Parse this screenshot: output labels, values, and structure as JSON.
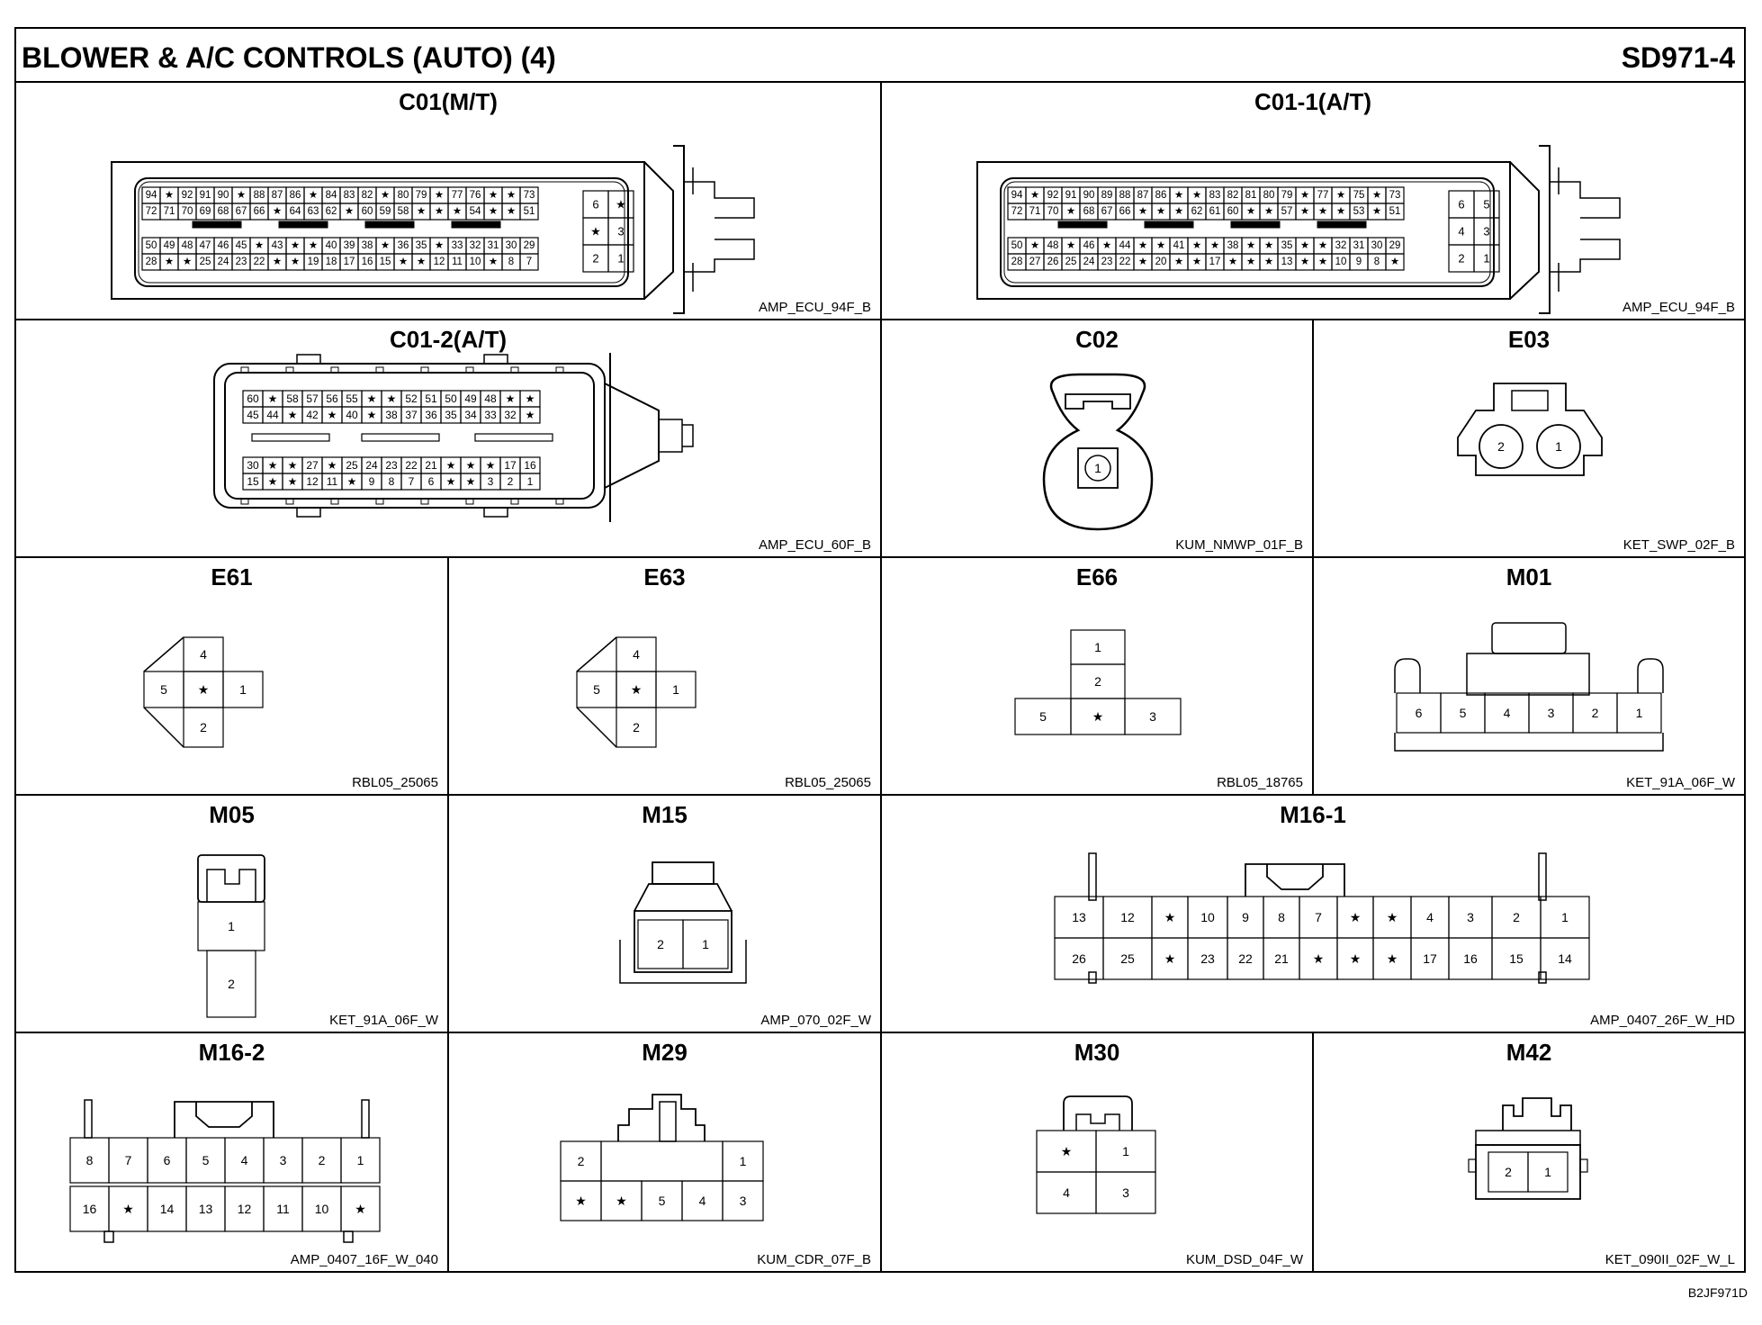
{
  "page": {
    "title": "BLOWER & A/C CONTROLS (AUTO) (4)",
    "code": "SD971-4",
    "drawing_id": "B2JF971D"
  },
  "connectors": [
    {
      "id": "C01",
      "title": "C01(M/T)",
      "code": "AMP_ECU_94F_B",
      "rows": [
        [
          "94",
          "★",
          "92",
          "91",
          "90",
          "★",
          "88",
          "87",
          "86",
          "★",
          "84",
          "83",
          "82",
          "★",
          "80",
          "79",
          "★",
          "77",
          "76",
          "★",
          "★",
          "73"
        ],
        [
          "72",
          "71",
          "70",
          "69",
          "68",
          "67",
          "66",
          "★",
          "64",
          "63",
          "62",
          "★",
          "60",
          "59",
          "58",
          "★",
          "★",
          "★",
          "54",
          "★",
          "★",
          "51"
        ],
        [
          "50",
          "49",
          "48",
          "47",
          "46",
          "45",
          "★",
          "43",
          "★",
          "★",
          "40",
          "39",
          "38",
          "★",
          "36",
          "35",
          "★",
          "33",
          "32",
          "31",
          "30",
          "29"
        ],
        [
          "28",
          "★",
          "★",
          "25",
          "24",
          "23",
          "22",
          "★",
          "★",
          "19",
          "18",
          "17",
          "16",
          "15",
          "★",
          "★",
          "12",
          "11",
          "10",
          "★",
          "8",
          "7"
        ]
      ],
      "side": [
        [
          "6",
          "★"
        ],
        [
          "★",
          "3"
        ],
        [
          "2",
          "1"
        ]
      ]
    },
    {
      "id": "C01-1",
      "title": "C01-1(A/T)",
      "code": "AMP_ECU_94F_B",
      "rows": [
        [
          "94",
          "★",
          "92",
          "91",
          "90",
          "89",
          "88",
          "87",
          "86",
          "★",
          "★",
          "83",
          "82",
          "81",
          "80",
          "79",
          "★",
          "77",
          "★",
          "75",
          "★",
          "73"
        ],
        [
          "72",
          "71",
          "70",
          "★",
          "68",
          "67",
          "66",
          "★",
          "★",
          "★",
          "62",
          "61",
          "60",
          "★",
          "★",
          "57",
          "★",
          "★",
          "★",
          "53",
          "★",
          "51"
        ],
        [
          "50",
          "★",
          "48",
          "★",
          "46",
          "★",
          "44",
          "★",
          "★",
          "41",
          "★",
          "★",
          "38",
          "★",
          "★",
          "35",
          "★",
          "★",
          "32",
          "31",
          "30",
          "29"
        ],
        [
          "28",
          "27",
          "26",
          "25",
          "24",
          "23",
          "22",
          "★",
          "20",
          "★",
          "★",
          "17",
          "★",
          "★",
          "★",
          "13",
          "★",
          "★",
          "10",
          "9",
          "8",
          "★"
        ]
      ],
      "side": [
        [
          "6",
          "5"
        ],
        [
          "4",
          "3"
        ],
        [
          "2",
          "1"
        ]
      ]
    },
    {
      "id": "C01-2",
      "title": "C01-2(A/T)",
      "code": "AMP_ECU_60F_B",
      "rows": [
        [
          "60",
          "★",
          "58",
          "57",
          "56",
          "55",
          "★",
          "★",
          "52",
          "51",
          "50",
          "49",
          "48",
          "★",
          "★"
        ],
        [
          "45",
          "44",
          "★",
          "42",
          "★",
          "40",
          "★",
          "38",
          "37",
          "36",
          "35",
          "34",
          "33",
          "32",
          "★"
        ],
        [
          "30",
          "★",
          "★",
          "27",
          "★",
          "25",
          "24",
          "23",
          "22",
          "21",
          "★",
          "★",
          "★",
          "17",
          "16"
        ],
        [
          "15",
          "★",
          "★",
          "12",
          "11",
          "★",
          "9",
          "8",
          "7",
          "6",
          "★",
          "★",
          "3",
          "2",
          "1"
        ]
      ]
    },
    {
      "id": "C02",
      "title": "C02",
      "code": "KUM_NMWP_01F_B",
      "pins": [
        "1"
      ]
    },
    {
      "id": "E03",
      "title": "E03",
      "code": "KET_SWP_02F_B",
      "pins": [
        "2",
        "1"
      ]
    },
    {
      "id": "E61",
      "title": "E61",
      "code": "RBL05_25065",
      "pins": [
        "4",
        "5",
        "★",
        "1",
        "2"
      ]
    },
    {
      "id": "E63",
      "title": "E63",
      "code": "RBL05_25065",
      "pins": [
        "4",
        "5",
        "★",
        "1",
        "2"
      ]
    },
    {
      "id": "E66",
      "title": "E66",
      "code": "RBL05_18765",
      "pins": [
        "1",
        "2",
        "5",
        "★",
        "3"
      ]
    },
    {
      "id": "M01",
      "title": "M01",
      "code": "KET_91A_06F_W",
      "pins": [
        "6",
        "5",
        "4",
        "3",
        "2",
        "1"
      ]
    },
    {
      "id": "M05",
      "title": "M05",
      "code": "KET_91A_06F_W",
      "pins": [
        "1",
        "2"
      ]
    },
    {
      "id": "M15",
      "title": "M15",
      "code": "AMP_070_02F_W",
      "pins": [
        "2",
        "1"
      ]
    },
    {
      "id": "M16-1",
      "title": "M16-1",
      "code": "AMP_0407_26F_W_HD",
      "rows": [
        [
          "13",
          "12",
          "★",
          "10",
          "9",
          "8",
          "7",
          "★",
          "★",
          "4",
          "3",
          "2",
          "1"
        ],
        [
          "26",
          "25",
          "★",
          "23",
          "22",
          "21",
          "★",
          "★",
          "★",
          "17",
          "16",
          "15",
          "14"
        ]
      ]
    },
    {
      "id": "M16-2",
      "title": "M16-2",
      "code": "AMP_0407_16F_W_040",
      "rows": [
        [
          "8",
          "7",
          "6",
          "5",
          "4",
          "3",
          "2",
          "1"
        ],
        [
          "16",
          "★",
          "14",
          "13",
          "12",
          "11",
          "10",
          "★"
        ]
      ]
    },
    {
      "id": "M29",
      "title": "M29",
      "code": "KUM_CDR_07F_B",
      "rows": [
        [
          "2",
          "",
          "",
          "",
          "1"
        ],
        [
          "★",
          "★",
          "5",
          "4",
          "3"
        ]
      ]
    },
    {
      "id": "M30",
      "title": "M30",
      "code": "KUM_DSD_04F_W",
      "rows": [
        [
          "★",
          "1"
        ],
        [
          "4",
          "3"
        ]
      ]
    },
    {
      "id": "M42",
      "title": "M42",
      "code": "KET_090II_02F_W_L",
      "pins": [
        "2",
        "1"
      ]
    }
  ]
}
